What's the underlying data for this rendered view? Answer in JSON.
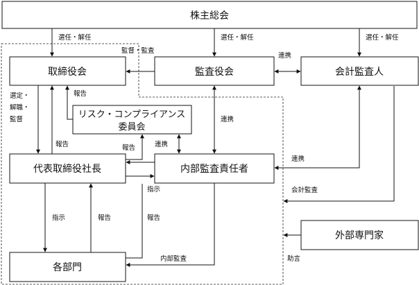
{
  "nodes": {
    "shareholders": "株主総会",
    "board": "取締役会",
    "audit_board": "監査役会",
    "accounting_auditor": "会計監査人",
    "risk_committee_line1": "リスク・コンプライアンス",
    "risk_committee_line2": "委員会",
    "president": "代表取締役社長",
    "internal_audit": "内部監査責任者",
    "departments": "各部門",
    "external_experts": "外部専門家"
  },
  "labels": {
    "appoint_dismiss_1": "選任・解任",
    "appoint_dismiss_2": "選任・解任",
    "appoint_dismiss_3": "選任・解任",
    "supervise_audit": "監督・監査",
    "cooperation_1": "連携",
    "cooperation_2": "連携",
    "cooperation_3": "連携",
    "select_line1": "選定・",
    "select_line2": "解職・",
    "select_line3": "監督",
    "report_1": "報告",
    "report_2": "報告",
    "report_3": "報告",
    "report_4": "報告",
    "report_5": "報告",
    "instruction_1": "指示",
    "instruction_2": "指示",
    "accounting_audit": "会計監査",
    "internal_audit_label": "内部監査",
    "advice": "助言"
  }
}
